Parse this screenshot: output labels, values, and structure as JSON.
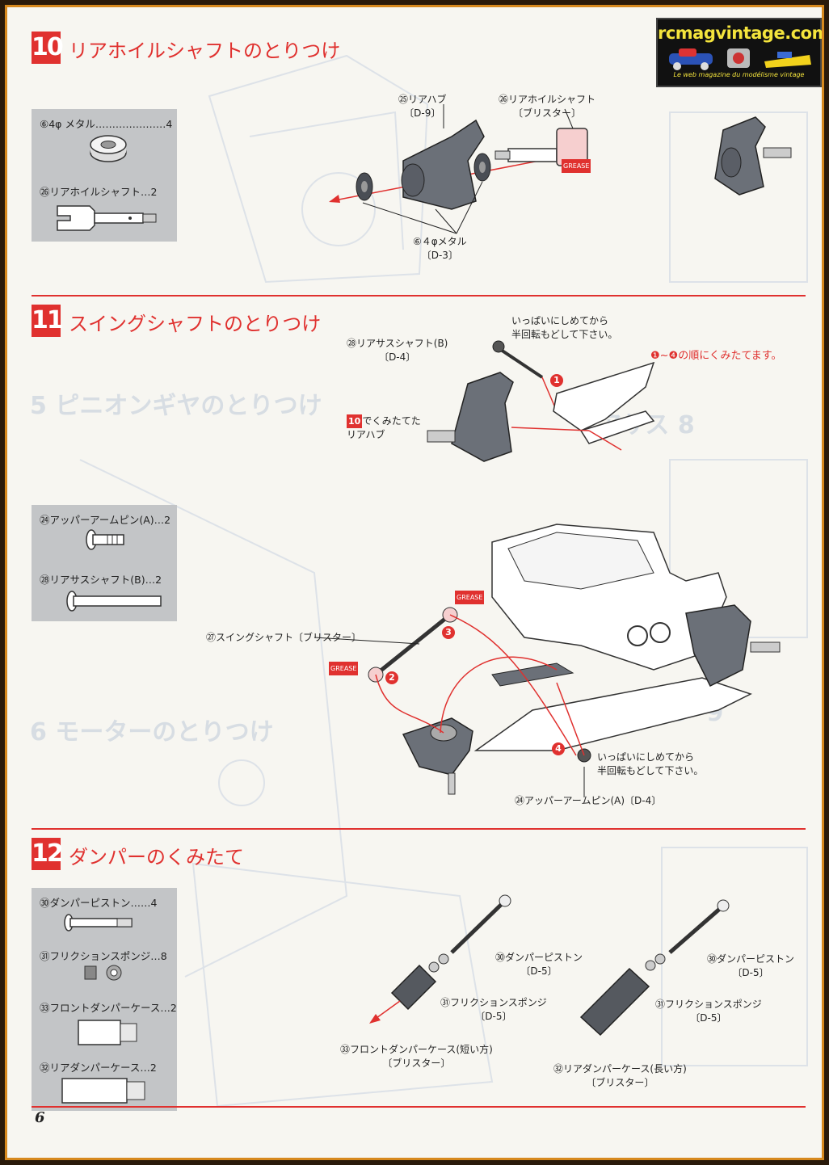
{
  "watermark": {
    "title": "rcmagvintage.com",
    "subtitle": "Le web magazine du modélisme vintage"
  },
  "page_number": "6",
  "section10": {
    "number": "10",
    "title": "リアホイルシャフトのとりつけ",
    "parts": [
      {
        "label": "⑥4φ メタル…………………4"
      },
      {
        "label": "㉖リアホイルシャフト…2"
      }
    ],
    "callouts": {
      "rear_hub": "㉕リアハブ",
      "rear_hub_ref": "〔D-9〕",
      "wheel_shaft": "㉖リアホイルシャフト",
      "wheel_shaft_ref": "〔ブリスター〕",
      "metal": "⑥４φメタル",
      "metal_ref": "〔D-3〕",
      "grease": "GREASE"
    }
  },
  "section11": {
    "number": "11",
    "title": "スイングシャフトのとりつけ",
    "order_note": "❶~❹の順にくみたてます。",
    "parts": [
      {
        "label": "㉔アッパーアームピン(A)…2"
      },
      {
        "label": "㉘リアサスシャフト(B)…2"
      }
    ],
    "callouts": {
      "tighten_1": "いっぱいにしめてから",
      "tighten_2": "半回転もどして下さい。",
      "rear_sus_shaft": "㉘リアサスシャフト(B)",
      "rear_sus_shaft_ref": "〔D-4〕",
      "assembled_prefix": "10",
      "assembled_1": "でくみたてた",
      "assembled_2": "リアハブ",
      "swing_shaft": "㉗スイングシャフト〔ブリスター〕",
      "upper_arm_pin": "㉔アッパーアームピン(A)〔D-4〕",
      "grease": "GREASE",
      "steps": [
        "1",
        "2",
        "3",
        "4"
      ]
    }
  },
  "section12": {
    "number": "12",
    "title": "ダンパーのくみたて",
    "parts": [
      {
        "label": "㉚ダンパーピストン……4"
      },
      {
        "label": "㉛フリクションスポンジ…8"
      },
      {
        "label": "㉝フロントダンパーケース…2"
      },
      {
        "label": "㉜リアダンパーケース…2"
      }
    ],
    "callouts": {
      "piston": "㉚ダンパーピストン",
      "piston_ref": "〔D-5〕",
      "sponge": "㉛フリクションスポンジ",
      "sponge_ref": "〔D-5〕",
      "front_case": "㉝フロントダンパーケース(短い方)",
      "front_case_ref": "〔ブリスター〕",
      "rear_case": "㉜リアダンパーケース(長い方)",
      "rear_case_ref": "〔ブリスター〕"
    }
  },
  "colors": {
    "accent_red": "#e0312f",
    "parts_box": "#c3c5c7",
    "border_orange": "#d7891e"
  }
}
